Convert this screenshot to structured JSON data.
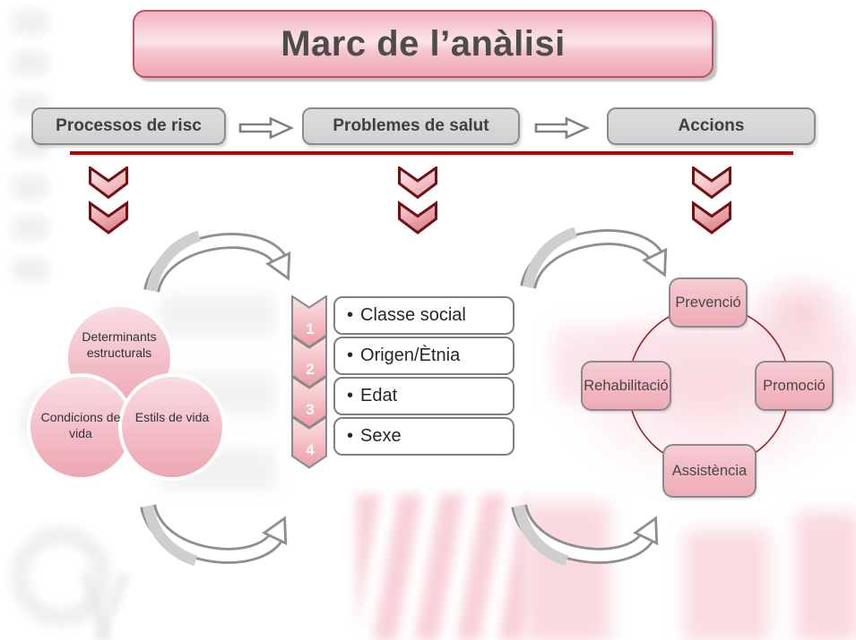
{
  "title": "Marc de l’anàlisi",
  "flow": {
    "boxes": [
      {
        "label": "Processos de risc"
      },
      {
        "label": "Problemes de salut"
      },
      {
        "label": "Accions"
      }
    ]
  },
  "determinants": {
    "circles": [
      {
        "label": "Determinants estructurals"
      },
      {
        "label": "Condicions de vida"
      },
      {
        "label": "Estils de vida"
      }
    ]
  },
  "factors": {
    "items": [
      {
        "number": "1",
        "bullet": "•",
        "label": "Classe social"
      },
      {
        "number": "2",
        "bullet": "•",
        "label": "Origen/Ètnia"
      },
      {
        "number": "3",
        "bullet": "•",
        "label": "Edat"
      },
      {
        "number": "4",
        "bullet": "•",
        "label": "Sexe"
      }
    ]
  },
  "cycle": {
    "nodes": [
      {
        "label": "Prevenció"
      },
      {
        "label": "Promoció"
      },
      {
        "label": "Assistència"
      },
      {
        "label": "Rehabilitació"
      }
    ]
  },
  "colors": {
    "accent_red_line": "#b80000",
    "chevron_border": "#701114",
    "pink_fill_light": "#fce4e8",
    "pink_fill_deep": "#eda7b4",
    "gray_box_fill": "#d9d9d9",
    "gray_border": "#8c8c8c",
    "dark_text": "#3f3f3f",
    "cycle_ring": "#9b2226"
  }
}
